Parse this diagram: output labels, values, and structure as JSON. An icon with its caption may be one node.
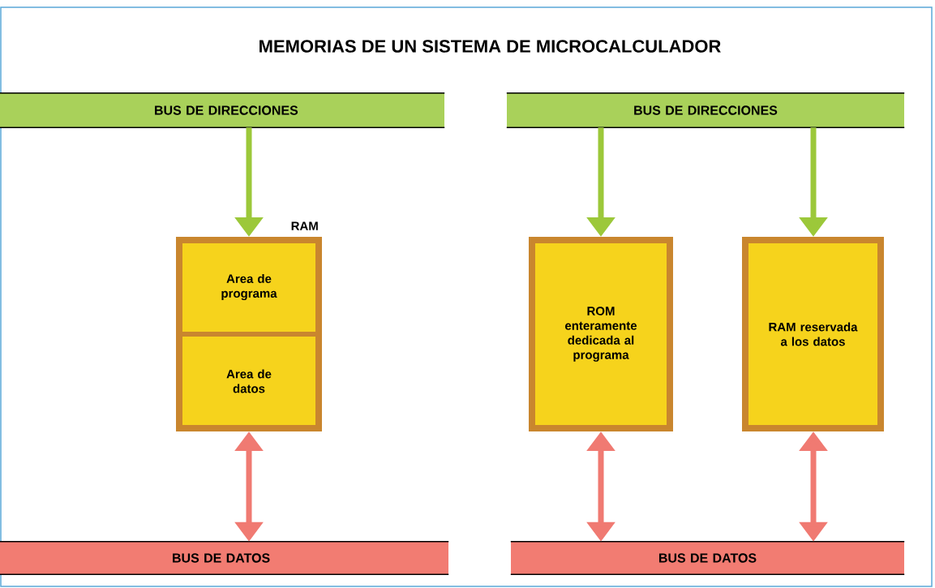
{
  "diagram": {
    "title": "MEMORIAS DE UN SISTEMA DE MICROCALCULADOR",
    "nodes": [
      {
        "text": [
          "BUS DE DIRECCIONES"
        ]
      },
      {
        "text": [
          "BUS DE DIRECCIONES"
        ]
      },
      {
        "text": [
          "RAM"
        ]
      },
      {
        "text": [
          "Area de programa"
        ],
        "in": 2
      },
      {
        "text": [
          "Area de datos"
        ],
        "in": 2
      },
      {
        "text": [
          "ROM enteramente dedicada al programa"
        ]
      },
      {
        "text": [
          "RAM reservada a los datos"
        ]
      },
      {
        "text": [
          "BUS DE DATOS"
        ]
      },
      {
        "text": [
          "BUS DE DATOS"
        ]
      }
    ],
    "edges": [
      {
        "from": 0,
        "to": 2,
        "arrow": "to",
        "color": "#9cc83a"
      },
      {
        "from": 1,
        "to": 5,
        "arrow": "to",
        "color": "#9cc83a"
      },
      {
        "from": 1,
        "to": 6,
        "arrow": "to",
        "color": "#9cc83a"
      },
      {
        "from": 2,
        "to": 7,
        "arrow": "both",
        "color": "#f07a72"
      },
      {
        "from": 5,
        "to": 8,
        "arrow": "both",
        "color": "#f07a72"
      },
      {
        "from": 6,
        "to": 8,
        "arrow": "both",
        "color": "#f07a72"
      }
    ]
  }
}
